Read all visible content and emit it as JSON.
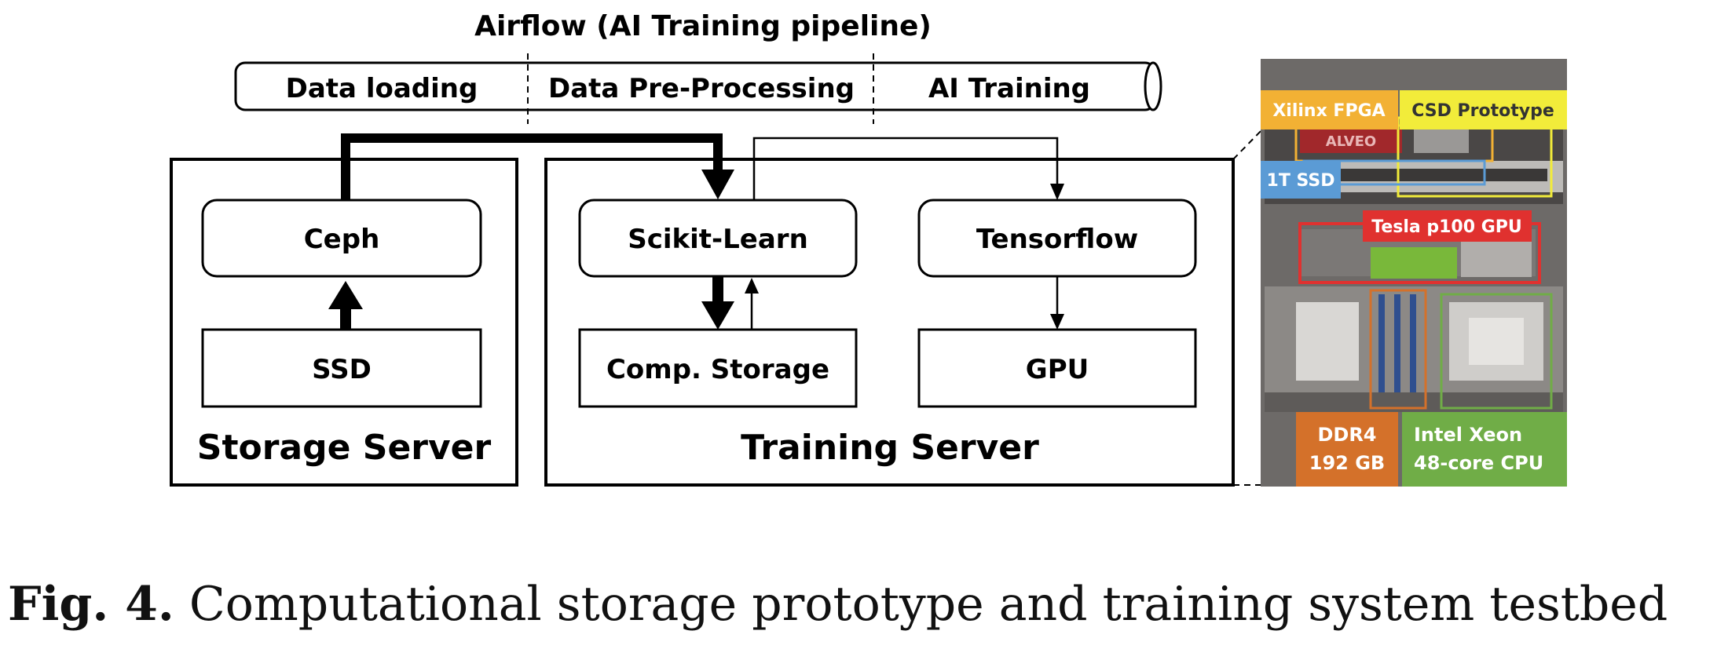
{
  "pipeline": {
    "title": "Airflow (AI Training pipeline)",
    "stages": [
      "Data loading",
      "Data Pre-Processing",
      "AI Training"
    ]
  },
  "storage_server": {
    "label": "Storage Server",
    "ceph": "Ceph",
    "ssd": "SSD"
  },
  "training_server": {
    "label": "Training Server",
    "scikit": "Scikit-Learn",
    "comp_storage": "Comp. Storage",
    "tensorflow": "Tensorflow",
    "gpu": "GPU"
  },
  "photo": {
    "labels": {
      "fpga": "Xilinx FPGA",
      "csd": "CSD Prototype",
      "alveo": "ALVEO",
      "ssd": "1T SSD",
      "gpu": "Tesla p100 GPU",
      "ddr_line1": "DDR4",
      "ddr_line2": "192 GB",
      "cpu_line1": "Intel Xeon",
      "cpu_line2": "48-core CPU"
    },
    "colors": {
      "fpga": "#f2b134",
      "csd": "#f2ec3a",
      "ssd": "#5b9bd5",
      "gpu": "#e0312f",
      "ddr": "#d4712a",
      "cpu": "#70ad47"
    }
  },
  "caption": {
    "prefix": "Fig. 4.",
    "text": " Computational storage prototype and training system testbed"
  }
}
